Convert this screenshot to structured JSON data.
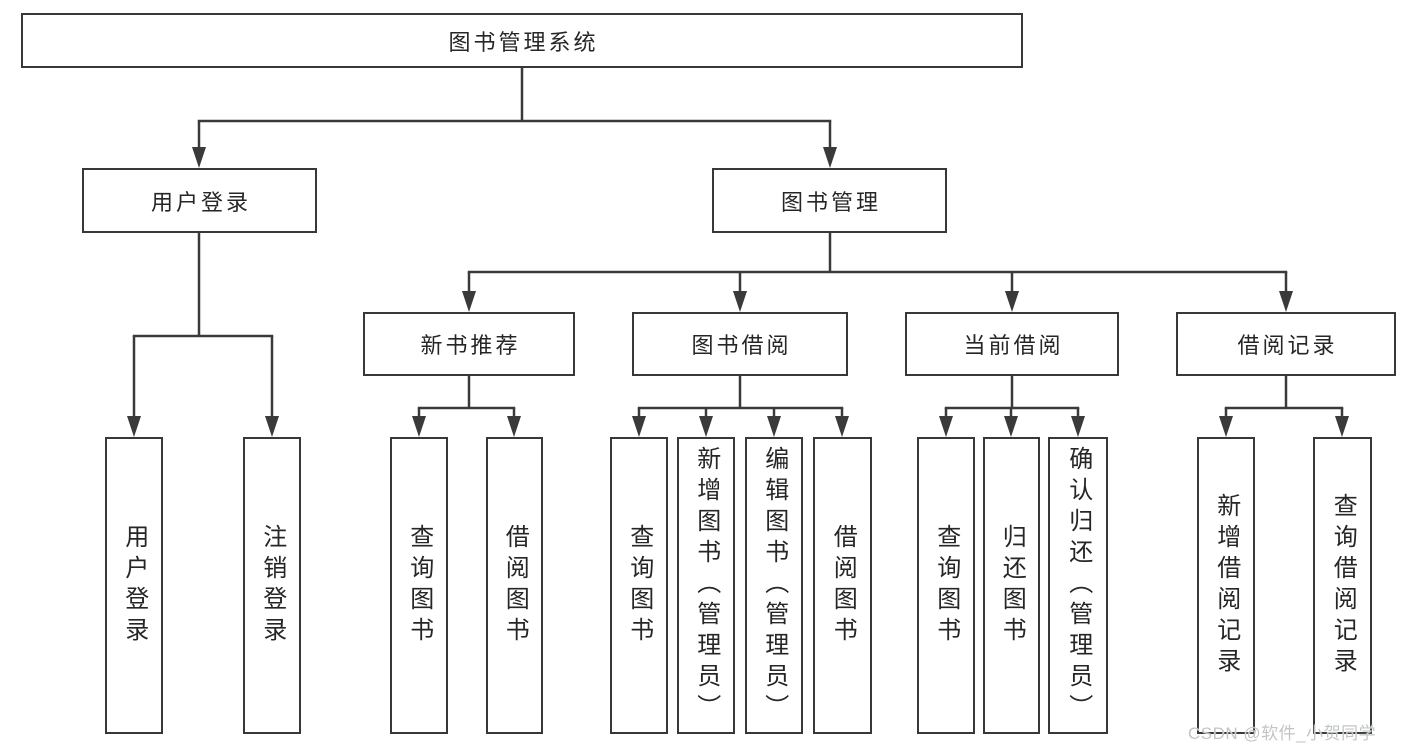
{
  "colors": {
    "line": "#3a3a3a",
    "box_border": "#383838",
    "text": "#262626",
    "watermark": "#c2c5c7",
    "background": "#ffffff"
  },
  "watermark": {
    "text": "CSDN @软件_小贺同学"
  },
  "tree": {
    "root": {
      "label": "图书管理系统",
      "children": [
        {
          "label": "用户登录",
          "children": [
            {
              "label": "用户登录"
            },
            {
              "label": "注销登录"
            }
          ]
        },
        {
          "label": "图书管理",
          "children": [
            {
              "label": "新书推荐",
              "children": [
                {
                  "label": "查询图书"
                },
                {
                  "label": "借阅图书"
                }
              ]
            },
            {
              "label": "图书借阅",
              "children": [
                {
                  "label": "查询图书"
                },
                {
                  "label": "新增图书（管理员）"
                },
                {
                  "label": "编辑图书（管理员）"
                },
                {
                  "label": "借阅图书"
                }
              ]
            },
            {
              "label": "当前借阅",
              "children": [
                {
                  "label": "查询图书"
                },
                {
                  "label": "归还图书"
                },
                {
                  "label": "确认归还（管理员）"
                }
              ]
            },
            {
              "label": "借阅记录",
              "children": [
                {
                  "label": "新增借阅记录"
                },
                {
                  "label": "查询借阅记录"
                }
              ]
            }
          ]
        }
      ]
    }
  }
}
